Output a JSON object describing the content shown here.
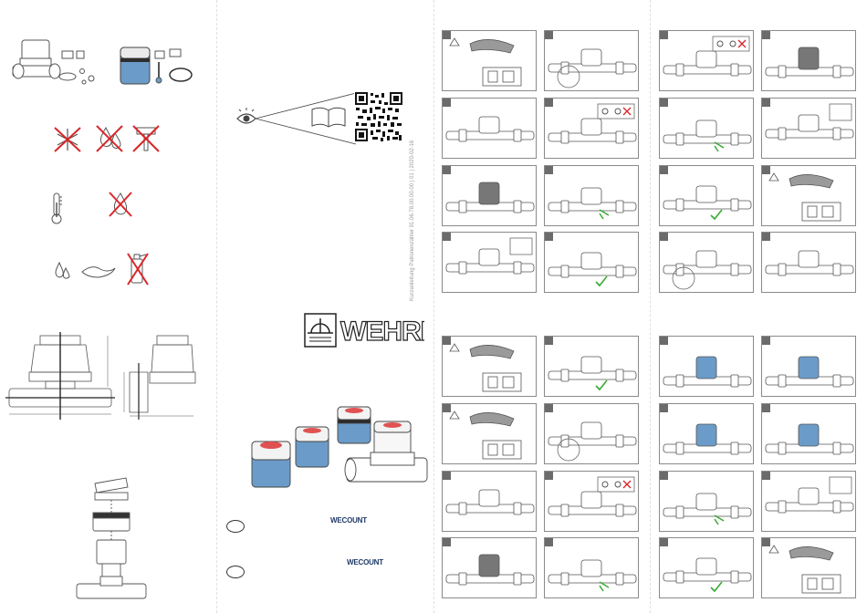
{
  "brand": {
    "name": "WEHRLE",
    "name_split": [
      "WE",
      "H",
      "RLE"
    ]
  },
  "document_ref": "Kurzanleitung Patronenzähler 91.06.78.00.00.00 | 01 | 2020-02-16",
  "wecount_labels": [
    "WECOUNT",
    "WECOUNT"
  ],
  "icons": [
    "warning-triangle-icon",
    "no-frost-icon",
    "no-water-drop-icon",
    "no-hammer-icon",
    "thermometer-icon",
    "no-drop-icon",
    "drop-icon",
    "cloth-icon",
    "no-spray-icon",
    "eye-icon",
    "book-icon",
    "qr-code-icon"
  ],
  "colors": {
    "accent_blue": "#6b9bc8",
    "check_green": "#3aa935",
    "cross_red": "#d9262a",
    "step_grey": "#6b6b6b",
    "line": "#555555"
  },
  "step_sections": [
    {
      "name": "section-top-left",
      "count": 8
    },
    {
      "name": "section-top-right",
      "count": 8
    },
    {
      "name": "section-bottom-left",
      "count": 8
    },
    {
      "name": "section-bottom-right",
      "count": 8
    }
  ]
}
